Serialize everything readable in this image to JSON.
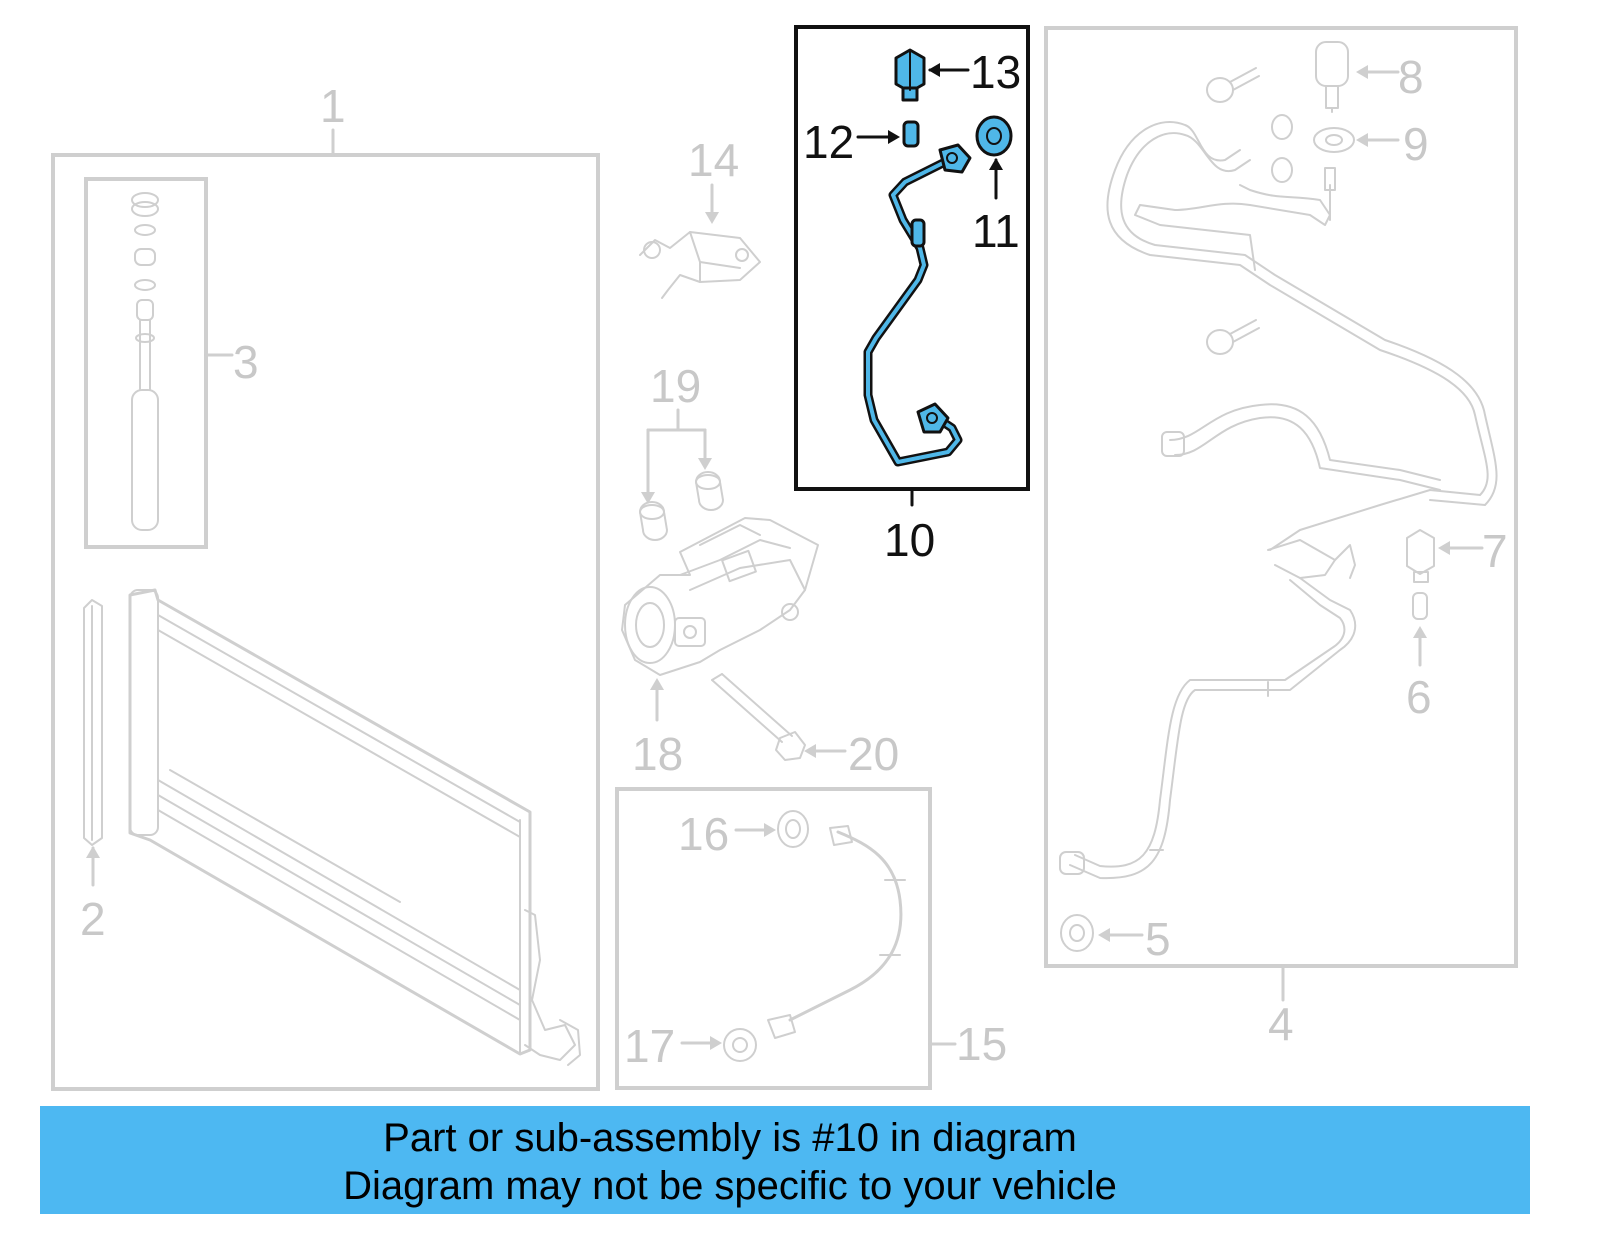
{
  "callouts": {
    "c1": "1",
    "c2": "2",
    "c3": "3",
    "c4": "4",
    "c5": "5",
    "c6": "6",
    "c7": "7",
    "c8": "8",
    "c9": "9",
    "c10": "10",
    "c11": "11",
    "c12": "12",
    "c13": "13",
    "c14": "14",
    "c15": "15",
    "c16": "16",
    "c17": "17",
    "c18": "18",
    "c19": "19",
    "c20": "20"
  },
  "highlight": {
    "part_number": "10",
    "color": "#4fb7e8"
  },
  "colors": {
    "banner": "#4db8f2",
    "inactive_part": "#cfcfcf",
    "active_outline": "#111111"
  },
  "banner": {
    "line1": "Part or sub-assembly is #10 in diagram",
    "line2": "Diagram may not be specific to your vehicle"
  }
}
